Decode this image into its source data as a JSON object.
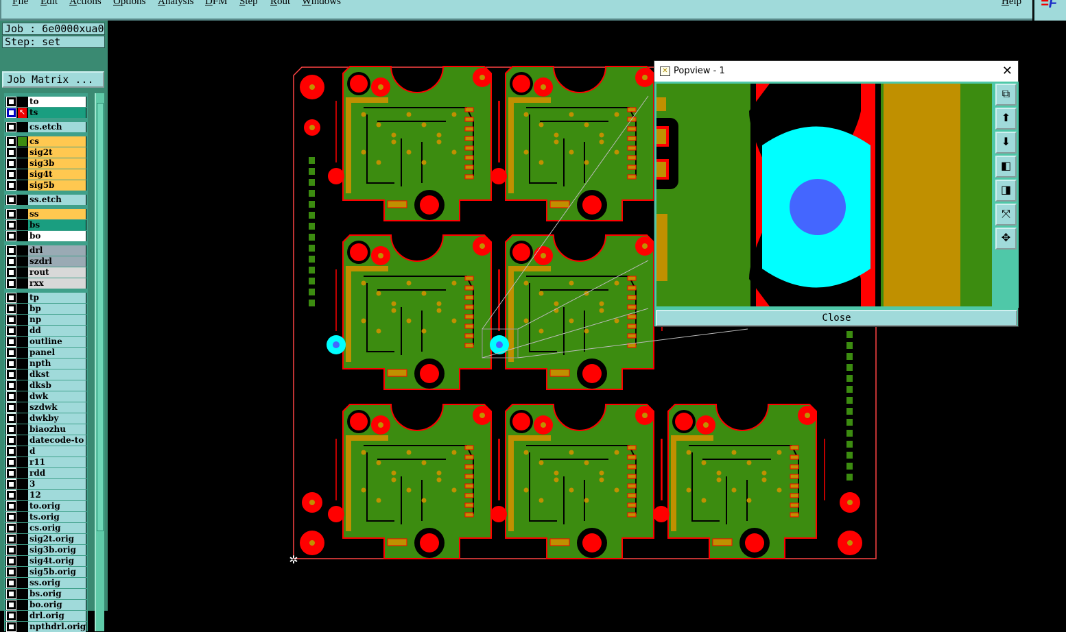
{
  "menu": [
    "File",
    "Edit",
    "Actions",
    "Options",
    "Analysis",
    "DFM",
    "Step",
    "Rout",
    "Windows"
  ],
  "help": "Help",
  "job_label": "Job : 6e0000xua0",
  "step_label": "Step: set",
  "job_matrix": "Job Matrix ...",
  "colors": {
    "white": "#ffffff",
    "teal": "#1a9e80",
    "etch": "#a0dada",
    "signal": "#ffc850",
    "drill": "#9aaab4",
    "rout": "#d8d8d8",
    "copper": "#3c8c10",
    "pad": "#ff0000",
    "gold": "#c09000"
  },
  "layers": [
    {
      "name": "to",
      "color": "white"
    },
    {
      "name": "ts",
      "color": "teal",
      "active": true
    },
    {
      "name": "cs.etch",
      "color": "etch",
      "gap": true
    },
    {
      "name": "cs",
      "color": "signal",
      "gap": true,
      "display": true
    },
    {
      "name": "sig2t",
      "color": "signal"
    },
    {
      "name": "sig3b",
      "color": "signal"
    },
    {
      "name": "sig4t",
      "color": "signal"
    },
    {
      "name": "sig5b",
      "color": "signal"
    },
    {
      "name": "ss.etch",
      "color": "etch",
      "gap": true
    },
    {
      "name": "ss",
      "color": "signal",
      "gap": true
    },
    {
      "name": "bs",
      "color": "teal"
    },
    {
      "name": "bo",
      "color": "white"
    },
    {
      "name": "drl",
      "color": "drill",
      "gap": true
    },
    {
      "name": "szdrl",
      "color": "drill"
    },
    {
      "name": "rout",
      "color": "rout"
    },
    {
      "name": "rxx",
      "color": "rout"
    },
    {
      "name": "tp",
      "color": "etch",
      "gap": true
    },
    {
      "name": "bp",
      "color": "etch"
    },
    {
      "name": "np",
      "color": "etch"
    },
    {
      "name": "dd",
      "color": "etch"
    },
    {
      "name": "outline",
      "color": "etch"
    },
    {
      "name": "panel",
      "color": "etch"
    },
    {
      "name": "npth",
      "color": "etch"
    },
    {
      "name": "dkst",
      "color": "etch"
    },
    {
      "name": "dksb",
      "color": "etch"
    },
    {
      "name": "dwk",
      "color": "etch"
    },
    {
      "name": "szdwk",
      "color": "etch"
    },
    {
      "name": "dwkby",
      "color": "etch"
    },
    {
      "name": "biaozhu",
      "color": "etch"
    },
    {
      "name": "datecode-to",
      "color": "etch"
    },
    {
      "name": "d",
      "color": "etch"
    },
    {
      "name": "r11",
      "color": "etch"
    },
    {
      "name": "rdd",
      "color": "etch"
    },
    {
      "name": "3",
      "color": "etch"
    },
    {
      "name": "12",
      "color": "etch"
    },
    {
      "name": "to.orig",
      "color": "etch"
    },
    {
      "name": "ts.orig",
      "color": "etch"
    },
    {
      "name": "cs.orig",
      "color": "etch"
    },
    {
      "name": "sig2t.orig",
      "color": "etch"
    },
    {
      "name": "sig3b.orig",
      "color": "etch"
    },
    {
      "name": "sig4t.orig",
      "color": "etch"
    },
    {
      "name": "sig5b.orig",
      "color": "etch"
    },
    {
      "name": "ss.orig",
      "color": "etch"
    },
    {
      "name": "bs.orig",
      "color": "etch"
    },
    {
      "name": "bo.orig",
      "color": "etch"
    },
    {
      "name": "drl.orig",
      "color": "etch"
    },
    {
      "name": "npthdrl.orig",
      "color": "etch"
    }
  ],
  "popup": {
    "title": "Popview - 1",
    "close_label": "Close",
    "buttons": [
      "zoom-back",
      "zoom-in-up",
      "zoom-out-down",
      "pan-left",
      "pan-right",
      "zoom-fit",
      "pan-center"
    ]
  }
}
